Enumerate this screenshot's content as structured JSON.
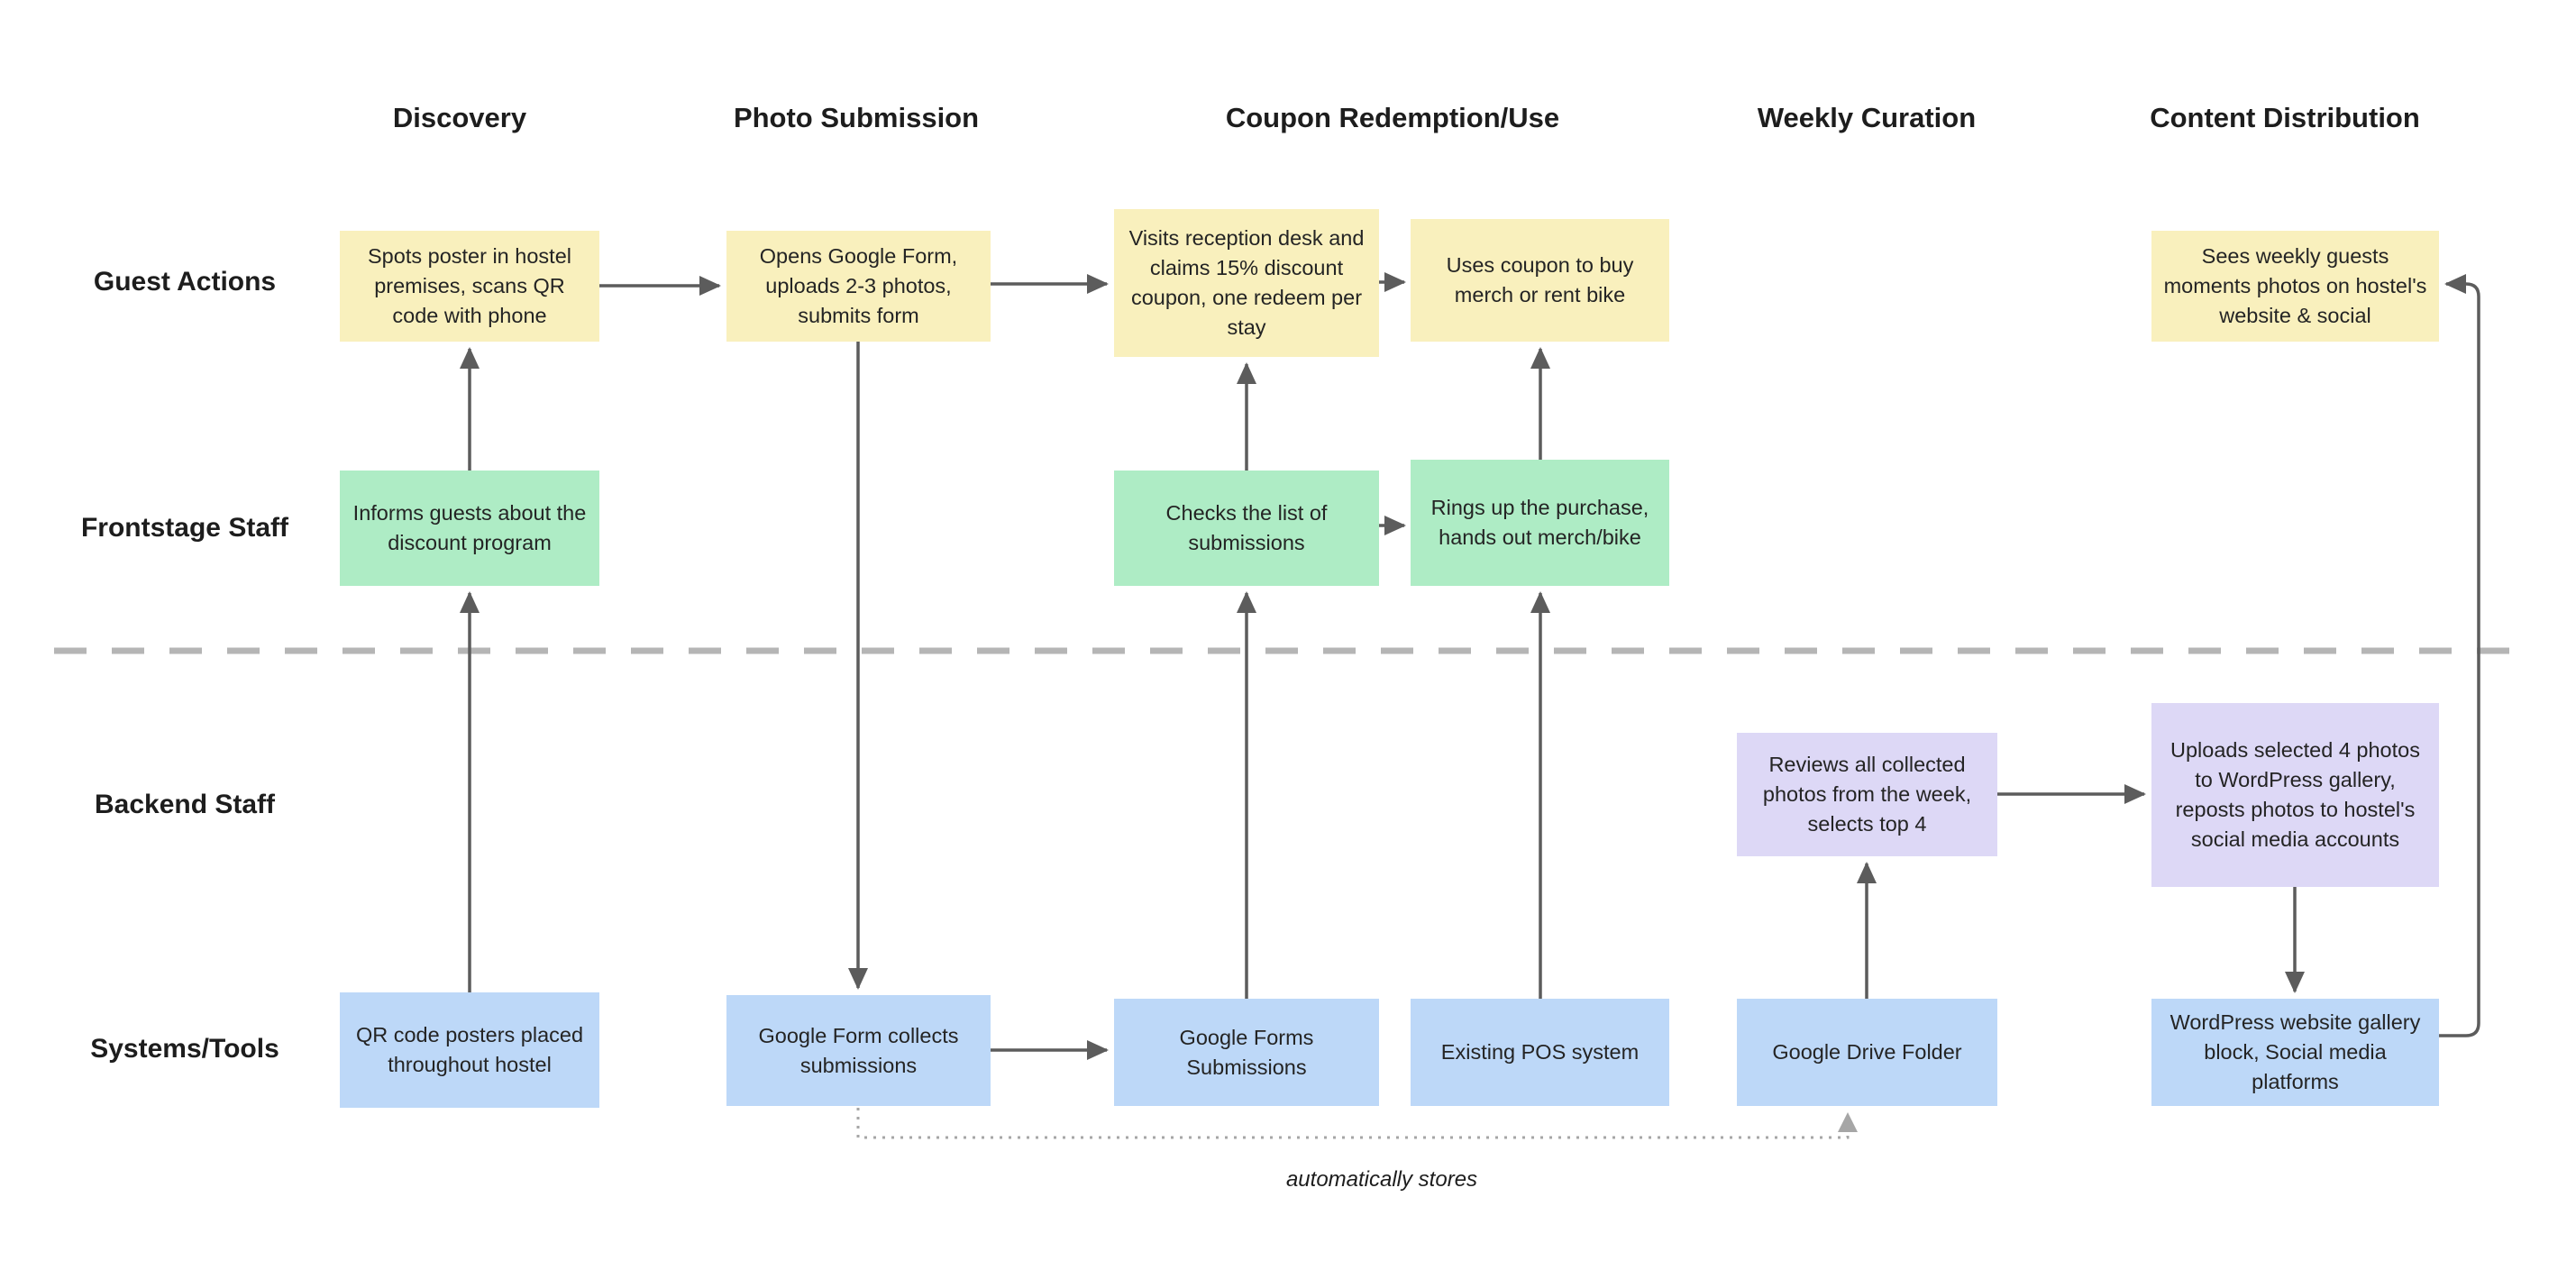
{
  "diagram": {
    "title_hint": "service blueprint swimlane flow",
    "phases": [
      "Discovery",
      "Photo Submission",
      "Coupon Redemption/Use",
      "Weekly Curation",
      "Content Distribution"
    ],
    "lanes": [
      "Guest Actions",
      "Frontstage Staff",
      "Backend Staff",
      "Systems/Tools"
    ],
    "boxes": {
      "spots_poster": "Spots poster in hostel premises, scans QR code with phone",
      "opens_form": "Opens Google Form, uploads 2-3 photos, submits form",
      "visits_reception": "Visits reception desk and claims 15% discount coupon, one redeem per stay",
      "uses_coupon": "Uses coupon to buy merch or rent bike",
      "sees_photos": "Sees weekly guests moments photos on hostel's website & social",
      "informs_guests": "Informs guests about the discount program",
      "checks_list": "Checks the list of submissions",
      "rings_up": "Rings up the purchase, hands out merch/bike",
      "reviews_photos": "Reviews all collected photos from the week, selects top 4",
      "uploads_photos": "Uploads selected 4 photos to WordPress gallery, reposts photos to hostel's social media accounts",
      "qr_posters": "QR code posters placed throughout hostel",
      "form_collects": "Google Form collects submissions",
      "forms_submissions": "Google Forms Submissions",
      "pos_system": "Existing POS system",
      "drive_folder": "Google Drive Folder",
      "wordpress": "WordPress website gallery block, Social media platforms"
    },
    "annotations": {
      "auto_stores": "automatically stores"
    }
  },
  "colors": {
    "background": "#ffffff",
    "heading_text": "#1d1d1d",
    "box_text": "#242424",
    "guest_box": "#f9f0bd",
    "frontstage_box": "#aeecc5",
    "backend_box": "#ddd8f6",
    "systems_box": "#bdd8f8",
    "arrow": "#5c5c5c",
    "dotted_arrow": "#a6a6a6",
    "lane_divider": "#b5b5b5"
  }
}
